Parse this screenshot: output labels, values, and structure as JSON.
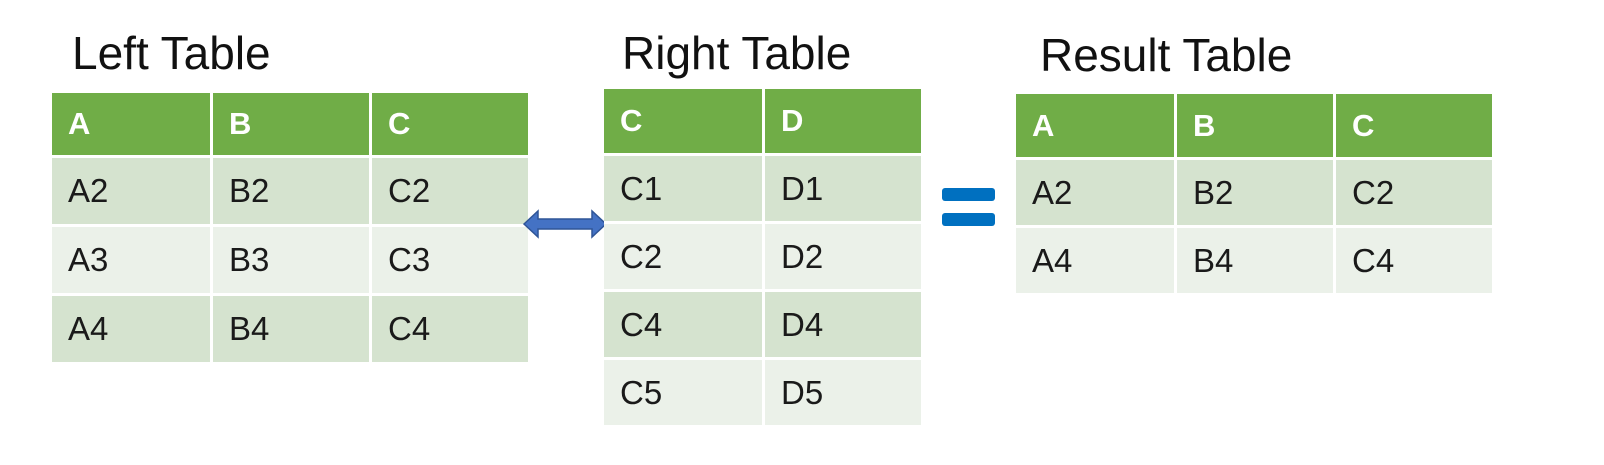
{
  "left_table": {
    "title": "Left Table",
    "columns": [
      "A",
      "B",
      "C"
    ],
    "rows": [
      [
        "A2",
        "B2",
        "C2"
      ],
      [
        "A3",
        "B3",
        "C3"
      ],
      [
        "A4",
        "B4",
        "C4"
      ]
    ]
  },
  "right_table": {
    "title": "Right Table",
    "columns": [
      "C",
      "D"
    ],
    "rows": [
      [
        "C1",
        "D1"
      ],
      [
        "C2",
        "D2"
      ],
      [
        "C4",
        "D4"
      ],
      [
        "C5",
        "D5"
      ]
    ]
  },
  "result_table": {
    "title": "Result Table",
    "columns": [
      "A",
      "B",
      "C"
    ],
    "rows": [
      [
        "A2",
        "B2",
        "C2"
      ],
      [
        "A4",
        "B4",
        "C4"
      ]
    ]
  },
  "connector": {
    "icon": "double-arrow-icon",
    "color": "#4472c4"
  },
  "operator": {
    "icon": "equals-icon",
    "color": "#0070c0"
  },
  "colors": {
    "header": "#70ad47",
    "row_dark": "#d5e3cf",
    "row_light": "#ebf1e9"
  }
}
